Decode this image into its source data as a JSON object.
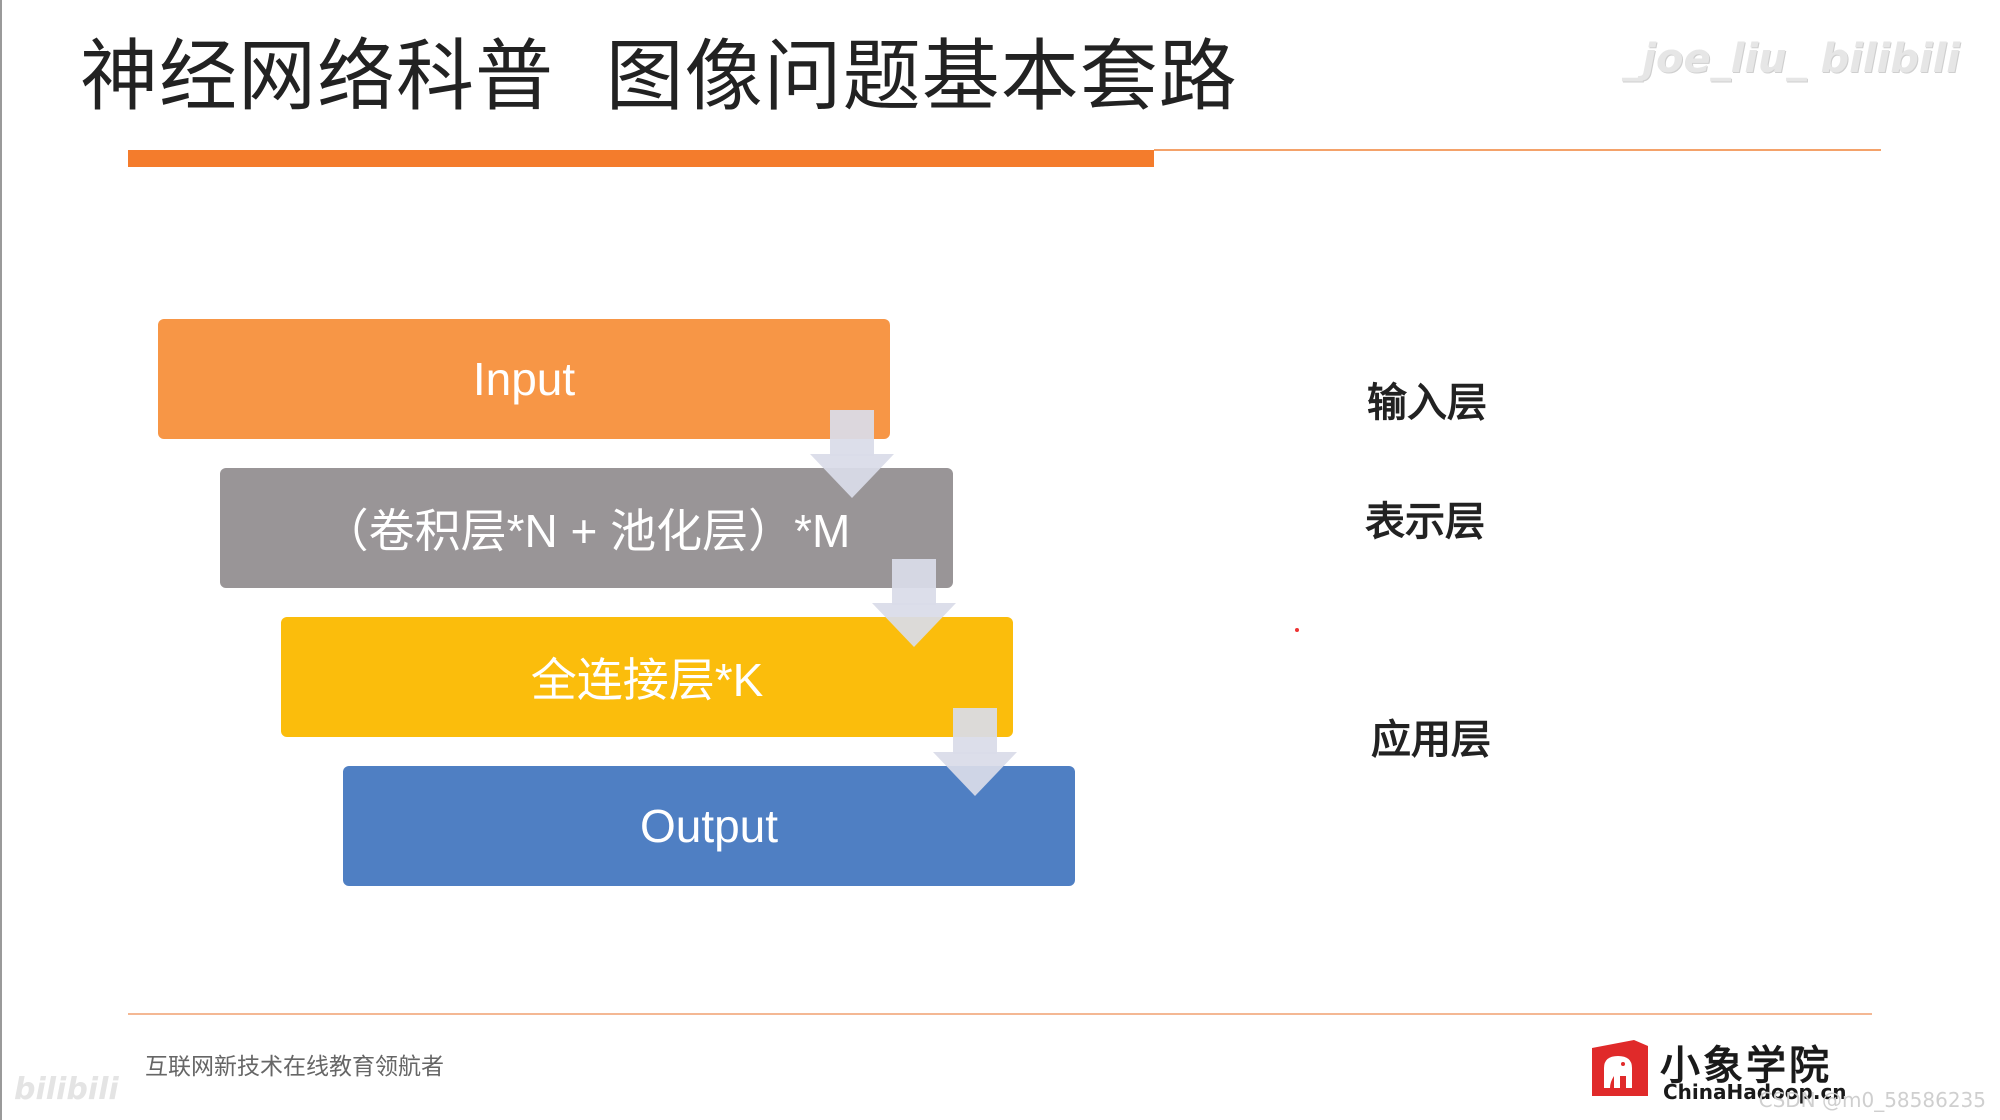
{
  "title": "神经网络科普  图像问题基本套路",
  "watermark_top": "_joe_liu_ bilibili",
  "diagram": {
    "boxes": [
      {
        "label": "Input",
        "color": "#f79646"
      },
      {
        "label": "（卷积层*N + 池化层）*M",
        "color": "#999597"
      },
      {
        "label": "全连接层*K",
        "color": "#fbbd0c"
      },
      {
        "label": "Output",
        "color": "#4f7fc3"
      }
    ],
    "arrow_icon": "down-arrow-icon",
    "layer_labels": [
      "输入层",
      "表示层",
      "应用层"
    ]
  },
  "footer": {
    "tagline": "互联网新技术在线教育领航者",
    "logo_name": "小象学院",
    "logo_domain": "ChinaHadoop.cn",
    "logo_icon": "elephant-logo-icon",
    "csdn": "CSDN @m0_58586235",
    "watermark_bottom": "bilibili"
  },
  "colors": {
    "accent_orange": "#f47c2c"
  }
}
